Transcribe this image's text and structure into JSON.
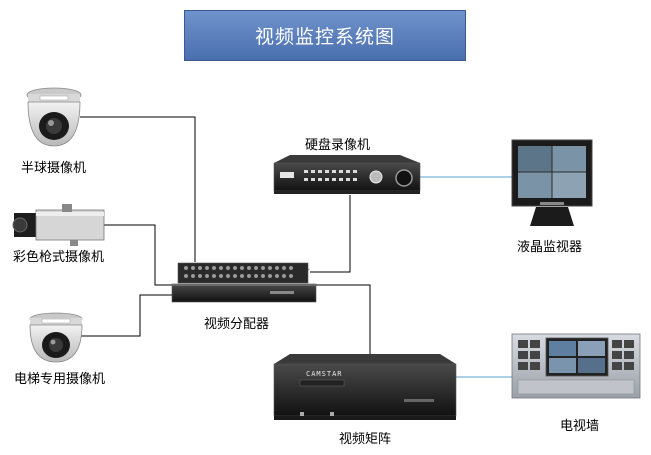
{
  "title": "视频监控系统图",
  "labels": {
    "dome_camera": "半球摄像机",
    "color_bullet_camera": "彩色枪式摄像机",
    "elevator_camera": "电梯专用摄像机",
    "video_distributor": "视频分配器",
    "dvr": "硬盘录像机",
    "lcd_monitor": "液晶监视器",
    "video_matrix": "视频矩阵",
    "tv_wall": "电视墙"
  },
  "device_text": {
    "matrix_brand": "CAMSTAR"
  },
  "colors": {
    "title_bg": "#5b7fbd",
    "line_black": "#000000",
    "line_blue": "#5aa0d0"
  }
}
